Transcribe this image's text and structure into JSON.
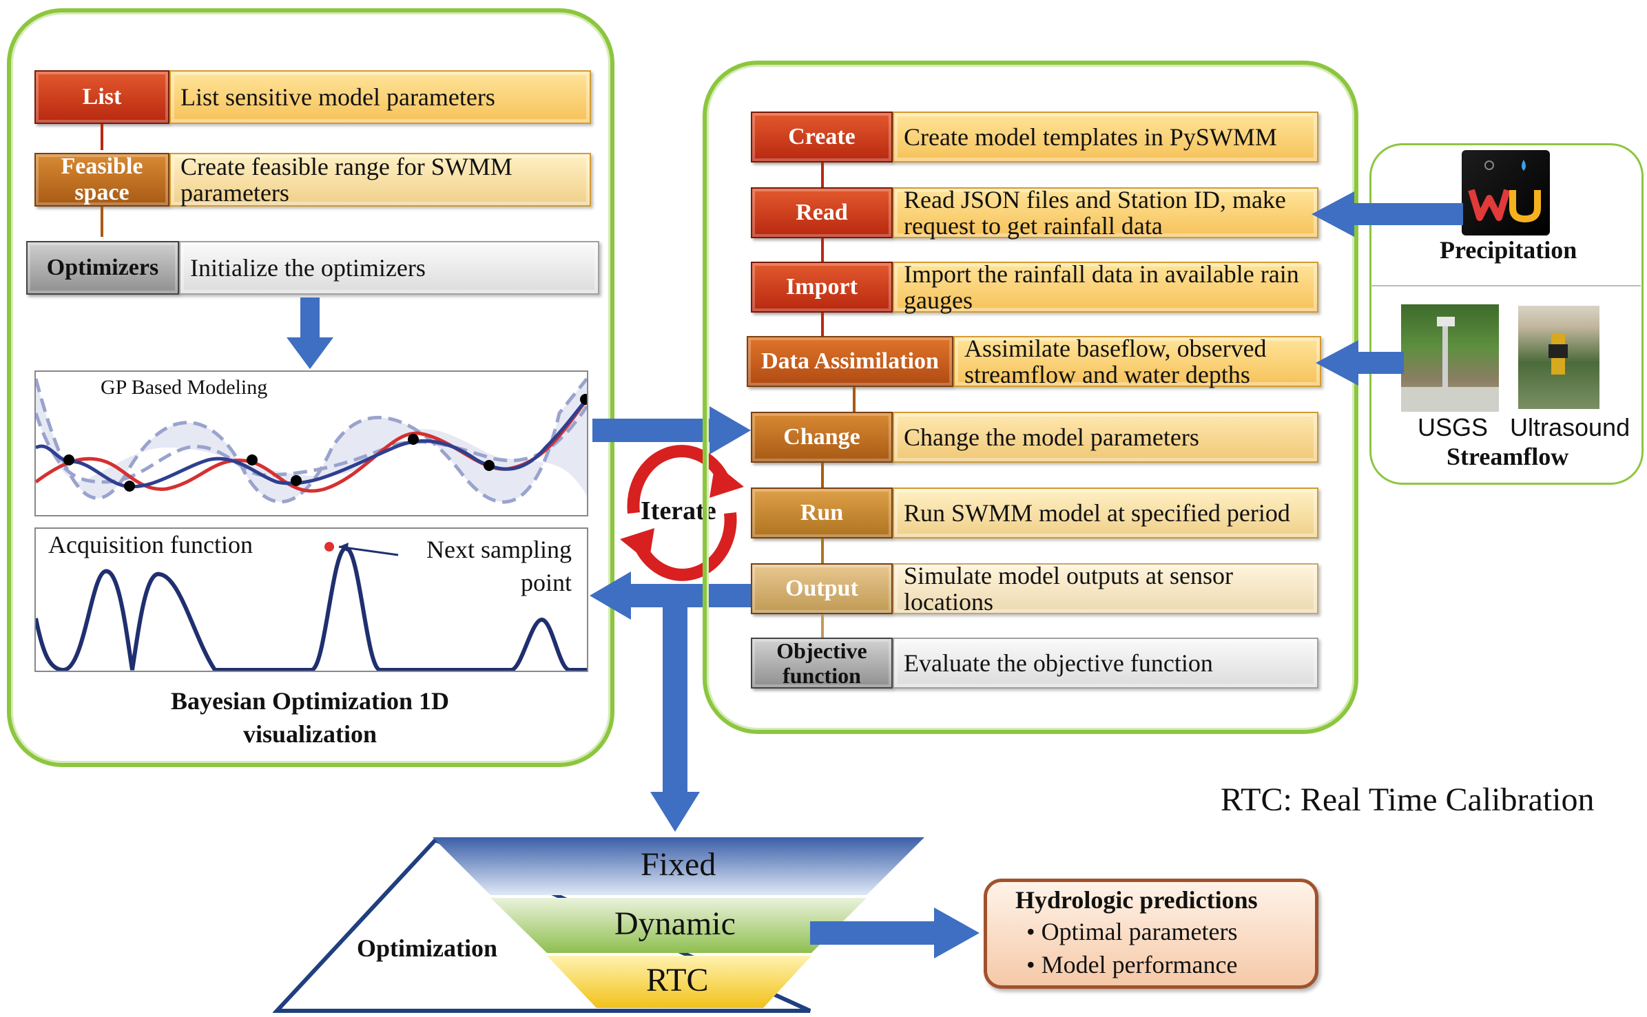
{
  "left_panel": {
    "steps": [
      {
        "key": "List",
        "desc": "List sensitive model parameters"
      },
      {
        "key": "Feasible space",
        "desc": "Create feasible range for SWMM parameters"
      },
      {
        "key": "Optimizers",
        "desc": "Initialize the optimizers"
      }
    ],
    "gp_label": "GP Based Modeling",
    "acq_label": "Acquisition function",
    "next_point_label": "Next sampling point",
    "caption": "Bayesian Optimization 1D visualization"
  },
  "right_panel": {
    "steps": [
      {
        "key": "Create",
        "desc": "Create model templates in PySWMM"
      },
      {
        "key": "Read",
        "desc": "Read JSON files and Station ID, make request to get rainfall data"
      },
      {
        "key": "Import",
        "desc": "Import the rainfall data in available rain gauges"
      },
      {
        "key": "Data Assimilation",
        "desc": "Assimilate baseflow, observed streamflow and water depths"
      },
      {
        "key": "Change",
        "desc": "Change the model parameters"
      },
      {
        "key": "Run",
        "desc": "Run SWMM model at specified period"
      },
      {
        "key": "Output",
        "desc": "Simulate model outputs at sensor locations"
      },
      {
        "key": "Objective function",
        "desc": "Evaluate the objective function"
      }
    ]
  },
  "iterate_label": "Iterate",
  "data_sources": {
    "precipitation_label": "Precipitation",
    "wu_logo_text": "WU",
    "usgs_label": "USGS",
    "ultrasound_label": "Ultrasound",
    "streamflow_label": "Streamflow"
  },
  "rtc_note": "RTC: Real Time Calibration",
  "pyramid": {
    "levels": [
      "Fixed",
      "Dynamic",
      "RTC"
    ],
    "side_label": "Optimization"
  },
  "predictions": {
    "title": "Hydrologic predictions",
    "items": [
      "Optimal parameters",
      "Model performance"
    ]
  }
}
